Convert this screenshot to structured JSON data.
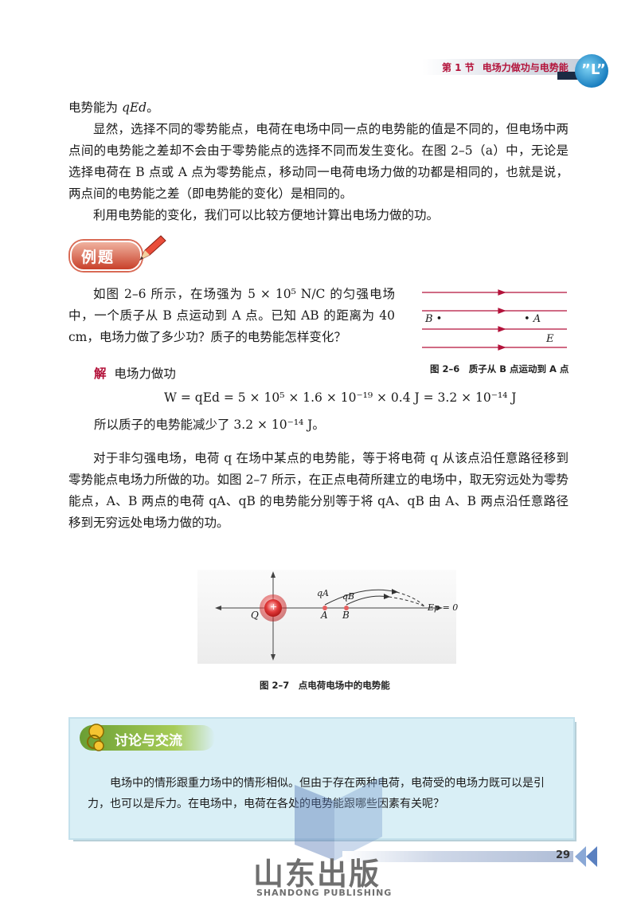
{
  "header": {
    "section": "第 1 节",
    "title": "电场力做功与电势能",
    "logo_text": "”L”"
  },
  "intro": {
    "line1_pre": "电势能为 ",
    "line1_formula": "qEd",
    "line1_post": "。",
    "p2": "显然，选择不同的零势能点，电荷在电场中同一点的电势能的值是不同的，但电场中两点间的电势能之差却不会由于零势能点的选择不同而发生变化。在图 2–5（a）中，无论是选择电荷在 B 点或 A 点为零势能点，移动同一电荷电场力做的功都是相同的，也就是说，两点间的电势能之差（即电势能的变化）是相同的。",
    "p3": "利用电势能的变化，我们可以比较方便地计算出电场力做的功。"
  },
  "example": {
    "badge": "例题",
    "problem": "如图 2–6 所示，在场强为 5 × 10⁵ N/C 的匀强电场中，一个质子从 B 点运动到 A 点。已知 AB 的距离为 40 cm，电场力做了多少功？质子的电势能怎样变化？",
    "fig_caption": "图 2–6　质子从 B 点运动到 A 点",
    "fig_labels": {
      "B": "B •",
      "A": "• A",
      "E": "E"
    },
    "solution_label": "解",
    "solution_line": "电场力做功",
    "formula": "W = qEd = 5 × 10⁵ × 1.6 × 10⁻¹⁹ × 0.4 J = 3.2 × 10⁻¹⁴ J",
    "conclusion": "所以质子的电势能减少了 3.2 × 10⁻¹⁴ J。"
  },
  "nonuniform": {
    "text": "对于非匀强电场，电荷 q 在场中某点的电势能，等于将电荷 q 从该点沿任意路径移到零势能点电场力所做的功。如图 2–7 所示，在正点电荷所建立的电场中，取无穷远处为零势能点，A、B 两点的电荷 qA、qB 的电势能分别等于将 qA、qB 由 A、B 两点沿任意路径移到无穷远处电场力做的功。"
  },
  "fig27": {
    "caption": "图 2–7　点电荷电场中的电势能",
    "labels": {
      "Q": "Q",
      "A": "A",
      "B": "B",
      "qA": "qA",
      "qB": "qB",
      "Ep": "Ep = 0",
      "plus": "+"
    }
  },
  "discussion": {
    "title": "讨论与交流",
    "text": "电场中的情形跟重力场中的情形相似。但由于存在两种电荷，电荷受的电场力既可以是引力，也可以是斥力。在电场中，电荷在各处的电势能跟哪些因素有关呢？"
  },
  "footer": {
    "page": "29",
    "watermark": "山东出版",
    "watermark_en": "SHANDONG PUBLISHING"
  },
  "colors": {
    "accent": "#b3123a",
    "field_line": "#b3123a",
    "disc_bg": "#d9eff6"
  }
}
